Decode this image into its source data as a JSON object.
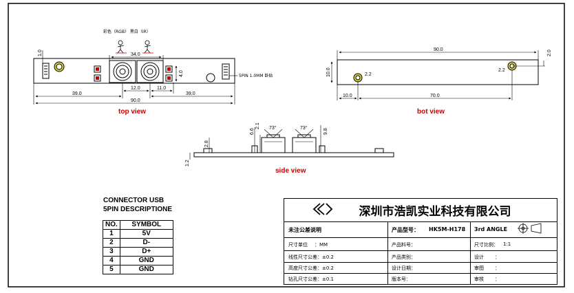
{
  "views": {
    "top_label": "top view",
    "bot_label": "bot view",
    "side_label": "side view"
  },
  "top": {
    "cam_label": "彩色（RGB） 黑白（IR）",
    "dim_34": "34.0",
    "dim_1": "1.0",
    "dim_4": "4.0",
    "dim_12": "12.0",
    "dim_11": "11.0",
    "dim_39a": "39.0",
    "dim_39b": "39.0",
    "dim_90": "90.0",
    "connector_note": "5PIN 1.0MM 卧贴"
  },
  "bot": {
    "dim_90": "90.0",
    "dim_10h": "10.0",
    "dim_2": "2.0",
    "dim_phi_a": "2.2",
    "dim_phi_b": "2.2",
    "dim_10w": "10.0",
    "dim_70": "70.0"
  },
  "side": {
    "dim_66": "6.6",
    "dim_21": "2.1",
    "angle_a": "73°",
    "angle_b": "73°",
    "dim_98": "9.8",
    "dim_28": "2.8",
    "dim_12": "1.2"
  },
  "connector": {
    "title_line1": "CONNECTOR USB",
    "title_line2": "5PIN DESCRIPTIONE",
    "header_no": "NO.",
    "header_symbol": "SYMBOL",
    "pins": [
      {
        "no": "1",
        "symbol": "5V"
      },
      {
        "no": "2",
        "symbol": "D-"
      },
      {
        "no": "3",
        "symbol": "D+"
      },
      {
        "no": "4",
        "symbol": "GND"
      },
      {
        "no": "5",
        "symbol": "GND"
      }
    ]
  },
  "title_block": {
    "company": "深圳市浩凯实业科技有限公司",
    "tolerance_title": "未注公差说明",
    "model_label": "产品型号：",
    "model_value": "HK5M-H178",
    "angle_label": "3rd ANGLE",
    "unit_label": "尺寸单位",
    "unit_value": "：MM",
    "part_no_label": "产品料号：",
    "scale_label": "尺寸比例：",
    "scale_value": "1:1",
    "tol_linear": "线性尺寸公差：±0.2",
    "material_label": "产品类别：",
    "design_label": "设计",
    "design_value": "：",
    "tol_height": "高度尺寸公差：±0.2",
    "date_label": "设计日期：",
    "check_label": "审图",
    "check_value": "：",
    "tol_hole": "钻孔尺寸公差：±0.1",
    "version_label": "版本号：",
    "approve_label": "审核",
    "approve_value": "："
  }
}
